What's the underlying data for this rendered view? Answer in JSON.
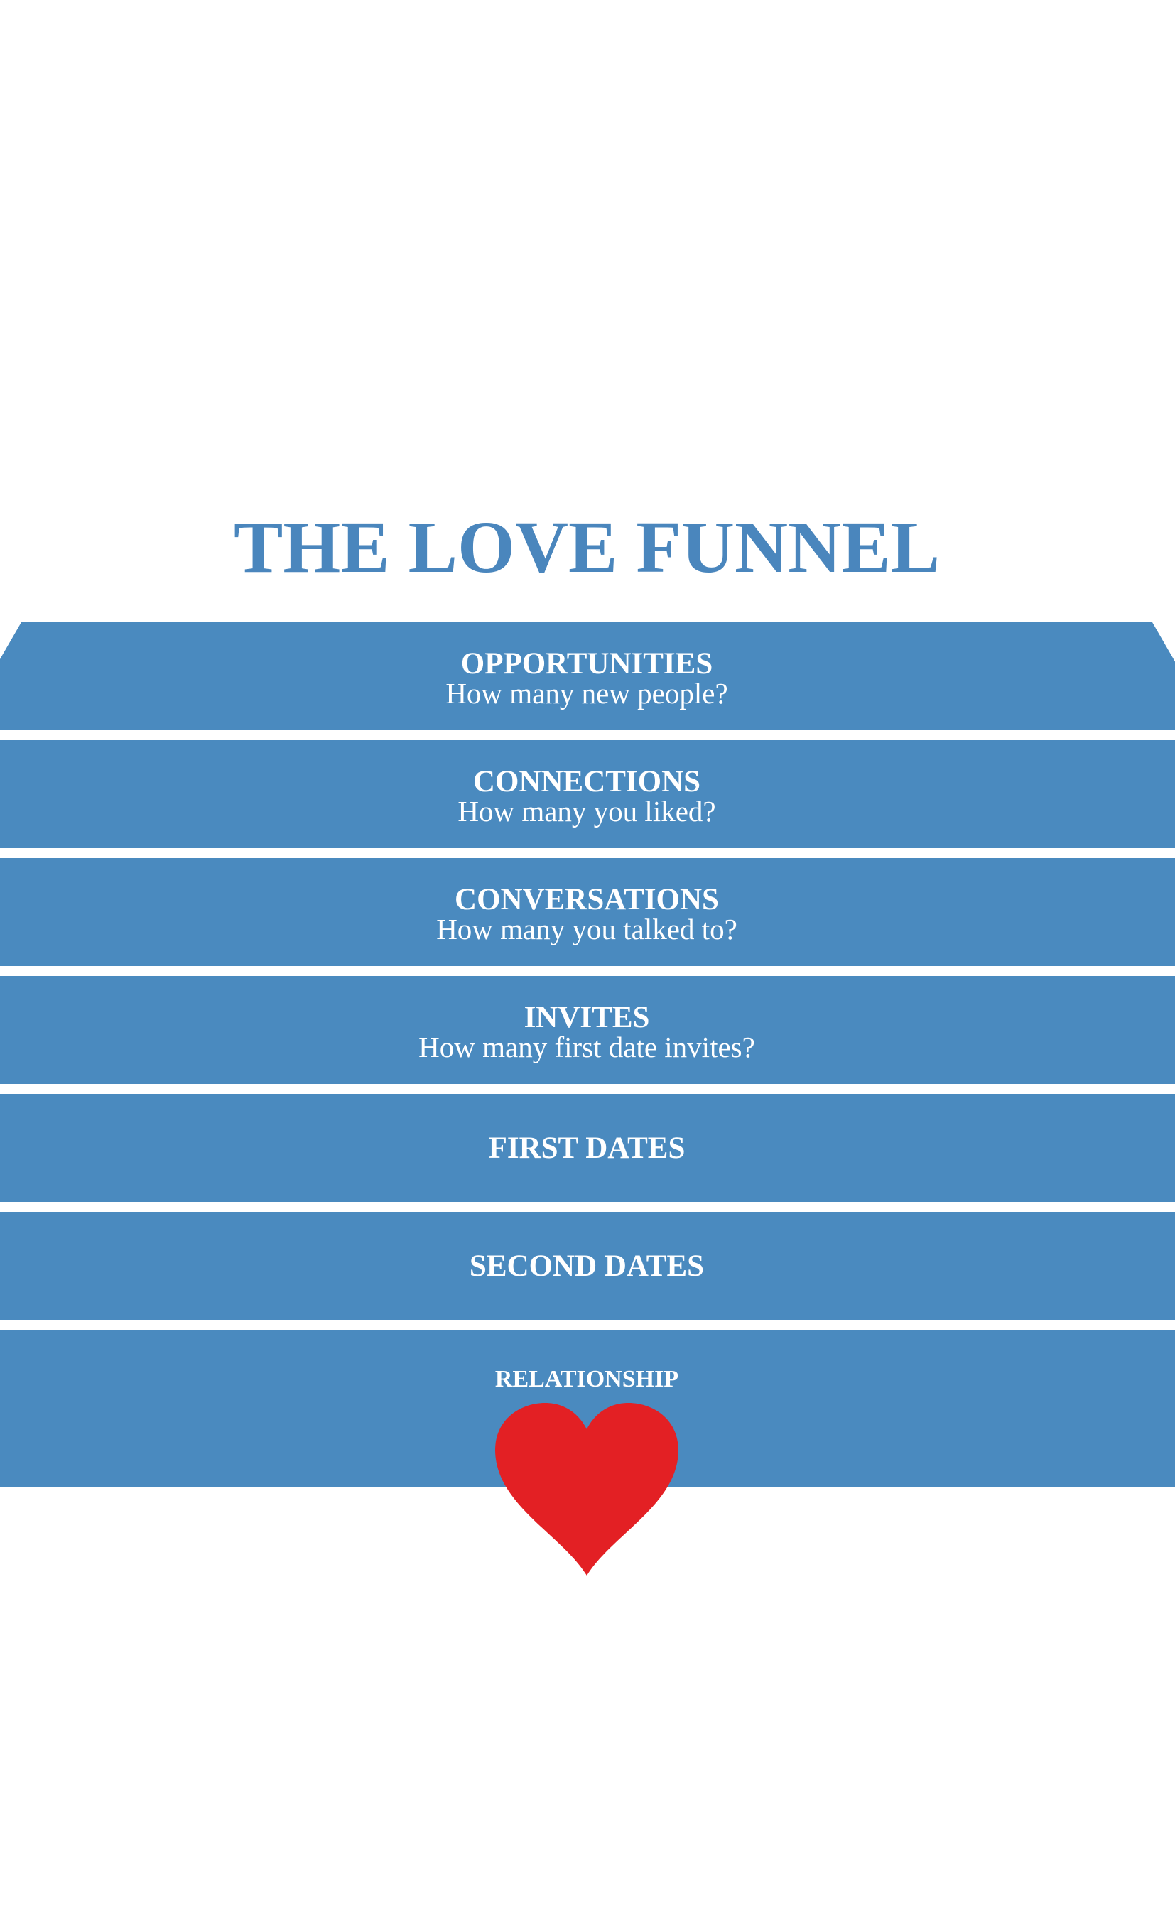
{
  "title": "THE LOVE FUNNEL",
  "colors": {
    "title": "#4a86bd",
    "band_fill": "#4a8abf",
    "band_text": "#ffffff",
    "heart": "#e32024",
    "background": "#ffffff"
  },
  "stages": [
    {
      "label": "OPPORTUNITIES",
      "question": "How many new people?"
    },
    {
      "label": "CONNECTIONS",
      "question": "How many you liked?"
    },
    {
      "label": "CONVERSATIONS",
      "question": "How many you talked to?"
    },
    {
      "label": "INVITES",
      "question": "How many first date invites?"
    },
    {
      "label": "FIRST DATES",
      "question": ""
    },
    {
      "label": "SECOND DATES",
      "question": ""
    },
    {
      "label": "RELATIONSHIP",
      "question": ""
    }
  ],
  "icon": "heart-icon"
}
